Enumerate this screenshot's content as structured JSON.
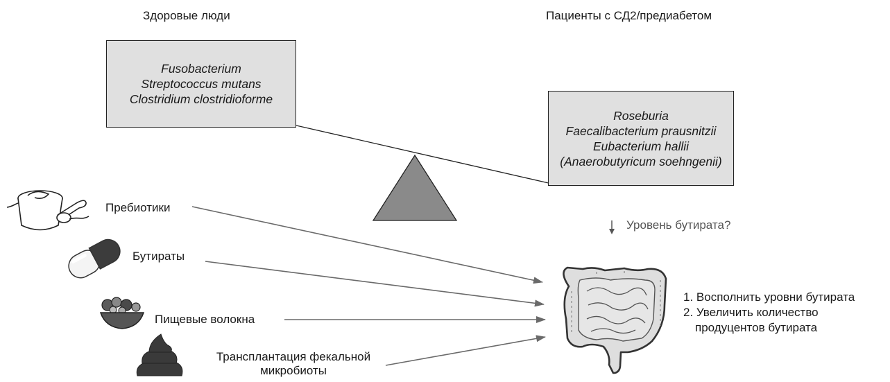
{
  "headers": {
    "healthy": "Здоровые люди",
    "patients": "Пациенты с СД2/предиабетом"
  },
  "healthy_bacteria": [
    "Fusobacterium",
    "Streptococcus mutans",
    "Clostridium clostridioforme"
  ],
  "patient_bacteria": [
    "Roseburia",
    "Faecalibacterium prausnitzii",
    "Eubacterium hallii",
    "(Anaerobutyricum soehngenii)"
  ],
  "butyrate_level": "Уровень бутирата?",
  "interventions": {
    "prebiotics": "Пребиотики",
    "butyrates": "Бутираты",
    "fiber": "Пищевые волокна",
    "fmt_line1": "Трансплантация фекальной",
    "fmt_line2": "микробиоты"
  },
  "goals": {
    "item1": "1. Восполнить уровни бутирата",
    "item2_line1": "2. Увеличить количество",
    "item2_line2": "продуцентов бутирата"
  },
  "icons": [
    "yogurt-icon",
    "capsule-icon",
    "salad-bowl-icon",
    "stool-icon",
    "intestine-icon",
    "down-arrow-icon"
  ],
  "colors": {
    "box_fill": "#e0e0e0",
    "triangle_fill": "#8a8a8a",
    "arrow_color": "#666666"
  }
}
